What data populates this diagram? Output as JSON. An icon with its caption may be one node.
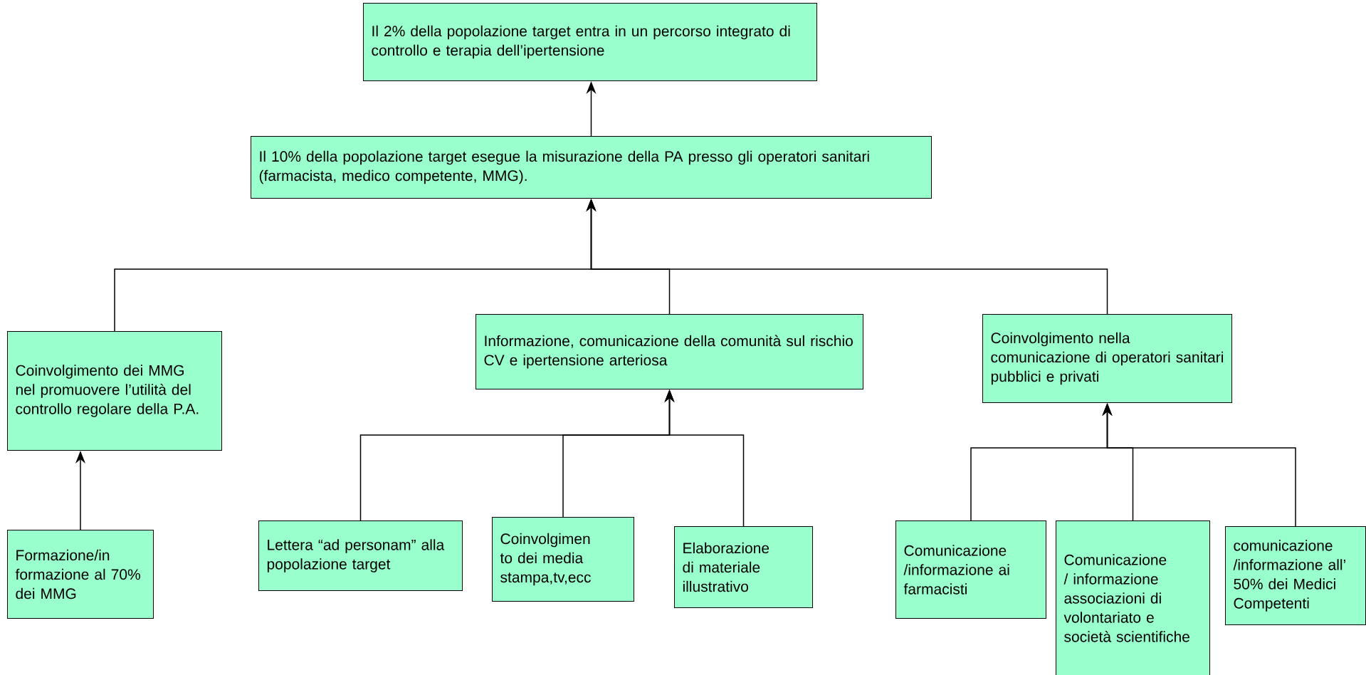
{
  "diagram": {
    "nodes": [
      {
        "text": [
          "Il 2% della popolazione target entra in un percorso integrato di controllo e terapia dell’ipertensione"
        ]
      },
      {
        "text": [
          "Il 10% della popolazione target esegue la misurazione della PA presso gli operatori sanitari (farmacista, medico competente, MMG)."
        ]
      },
      {
        "text": [
          "Coinvolgimento dei MMG nel promuovere l’utilità del controllo regolare della P.A."
        ]
      },
      {
        "text": [
          "Informazione, comunicazione della comunità sul rischio CV e ipertensione arteriosa"
        ]
      },
      {
        "text": [
          "Coinvolgimento nella comunicazione di operatori sanitari pubblici e privati"
        ]
      },
      {
        "text": [
          "Formazione/in formazione al 70% dei MMG"
        ]
      },
      {
        "text": [
          "Lettera “ad personam” alla popolazione target"
        ]
      },
      {
        "text": [
          "Coinvolgimen to dei media stampa,tv,ecc"
        ]
      },
      {
        "text": [
          "Elaborazione di materiale illustrativo"
        ]
      },
      {
        "text": [
          "Comunicazione /informazione ai farmacisti"
        ]
      },
      {
        "text": [
          "Comunicazione / informazione associazioni di volontariato e società scientifiche"
        ]
      },
      {
        "text": [
          "comunicazione /informazione all’ 50% dei Medici Competenti"
        ]
      }
    ],
    "edges": [
      {
        "from": 1,
        "to": 0,
        "arrow": "to"
      },
      {
        "from": 2,
        "to": 1,
        "arrow": "to"
      },
      {
        "from": 3,
        "to": 1,
        "arrow": "to"
      },
      {
        "from": 4,
        "to": 1,
        "arrow": "to"
      },
      {
        "from": 5,
        "to": 2,
        "arrow": "to"
      },
      {
        "from": 6,
        "to": 3,
        "arrow": "to"
      },
      {
        "from": 7,
        "to": 3,
        "arrow": "to"
      },
      {
        "from": 8,
        "to": 3,
        "arrow": "to"
      },
      {
        "from": 9,
        "to": 4,
        "arrow": "to"
      },
      {
        "from": 10,
        "to": 4,
        "arrow": "to"
      },
      {
        "from": 11,
        "to": 4,
        "arrow": "to"
      }
    ]
  }
}
